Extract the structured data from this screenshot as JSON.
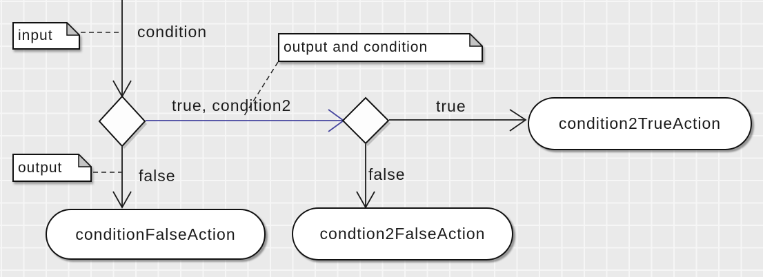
{
  "canvas": {
    "background": "#eaeaea",
    "grid_line_color": "#f6f6f6"
  },
  "notes": {
    "input": {
      "text": "input"
    },
    "output": {
      "text": "output"
    },
    "output_and_condition": {
      "text": "output and condition"
    }
  },
  "actions": {
    "condition2_true": {
      "label": "condition2TrueAction"
    },
    "condition_false": {
      "label": "conditionFalseAction"
    },
    "condtion2_false": {
      "label": "condtion2FalseAction"
    }
  },
  "edge_labels": {
    "condition": "condition",
    "true_condition2": "true, condition2",
    "true_branch": "true",
    "false_1": "false",
    "false_2": "false"
  },
  "edges": [
    {
      "from": "start",
      "to": "decision-1",
      "label": "condition"
    },
    {
      "from": "decision-1",
      "to": "decision-2",
      "label": "true, condition2",
      "color": "#44449e"
    },
    {
      "from": "decision-1",
      "to": "conditionFalseAction",
      "label": "false"
    },
    {
      "from": "decision-2",
      "to": "condition2TrueAction",
      "label": "true"
    },
    {
      "from": "decision-2",
      "to": "condtion2FalseAction",
      "label": "false"
    }
  ],
  "colors": {
    "edge": "#1a1a1a",
    "highlighted_edge_blue": "#44449e",
    "shape_fill": "#ffffff",
    "note_fold": "#c4c4c4",
    "shadow": "#8a8a8a"
  }
}
